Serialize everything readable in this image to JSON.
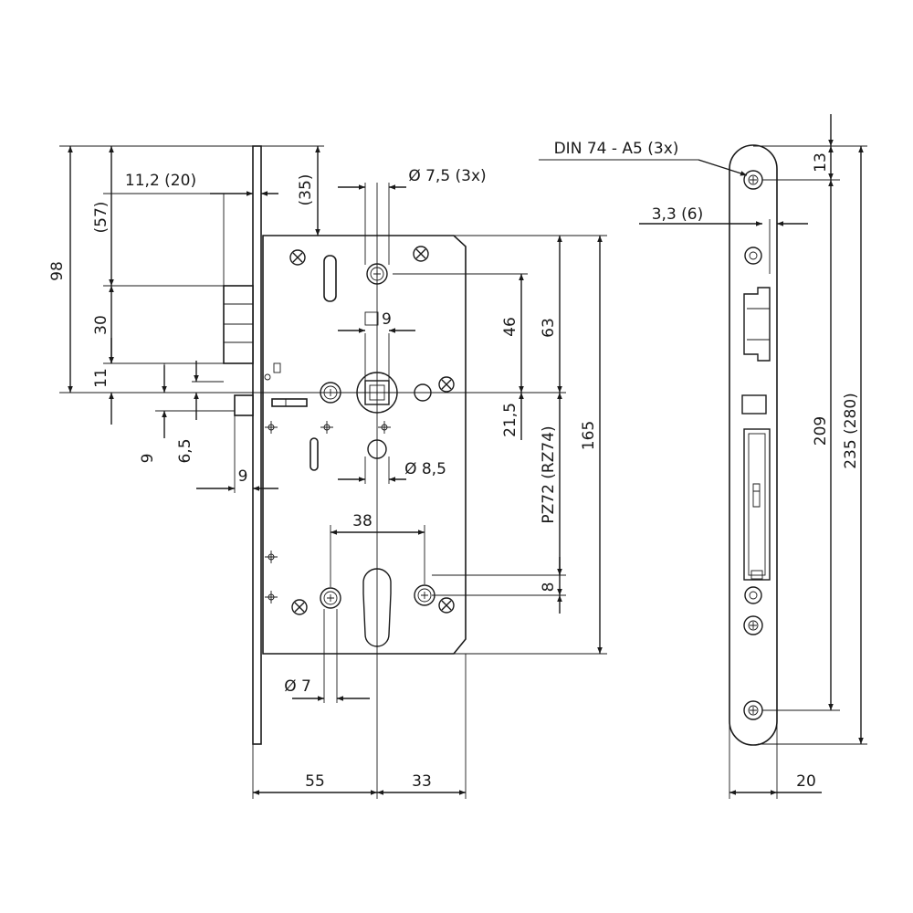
{
  "drawing": {
    "side_view": {
      "dim_98": "98",
      "dim_57": "(57)",
      "dim_30": "30",
      "dim_11": "11",
      "dim_11_2": "11,2 (20)",
      "dim_35": "(35)",
      "dim_hole_dia": "Ø 7,5 (3x)",
      "dim_square": "9",
      "dim_46": "46",
      "dim_63": "63",
      "dim_21_5": "21,5",
      "dim_165": "165",
      "dim_pz72": "PZ72 (RZ74)",
      "dim_hole_8_5": "Ø 8,5",
      "dim_9_vert": "9",
      "dim_6_5": "6,5",
      "dim_9_horiz": "9",
      "dim_38": "38",
      "dim_8": "8",
      "dim_7": "Ø 7",
      "dim_55": "55",
      "dim_33": "33"
    },
    "front_view": {
      "screw_note": "DIN 74 - A5 (3x)",
      "dim_13": "13",
      "dim_3_3": "3,3 (6)",
      "dim_209": "209",
      "dim_235": "235 (280)",
      "dim_20": "20"
    }
  }
}
